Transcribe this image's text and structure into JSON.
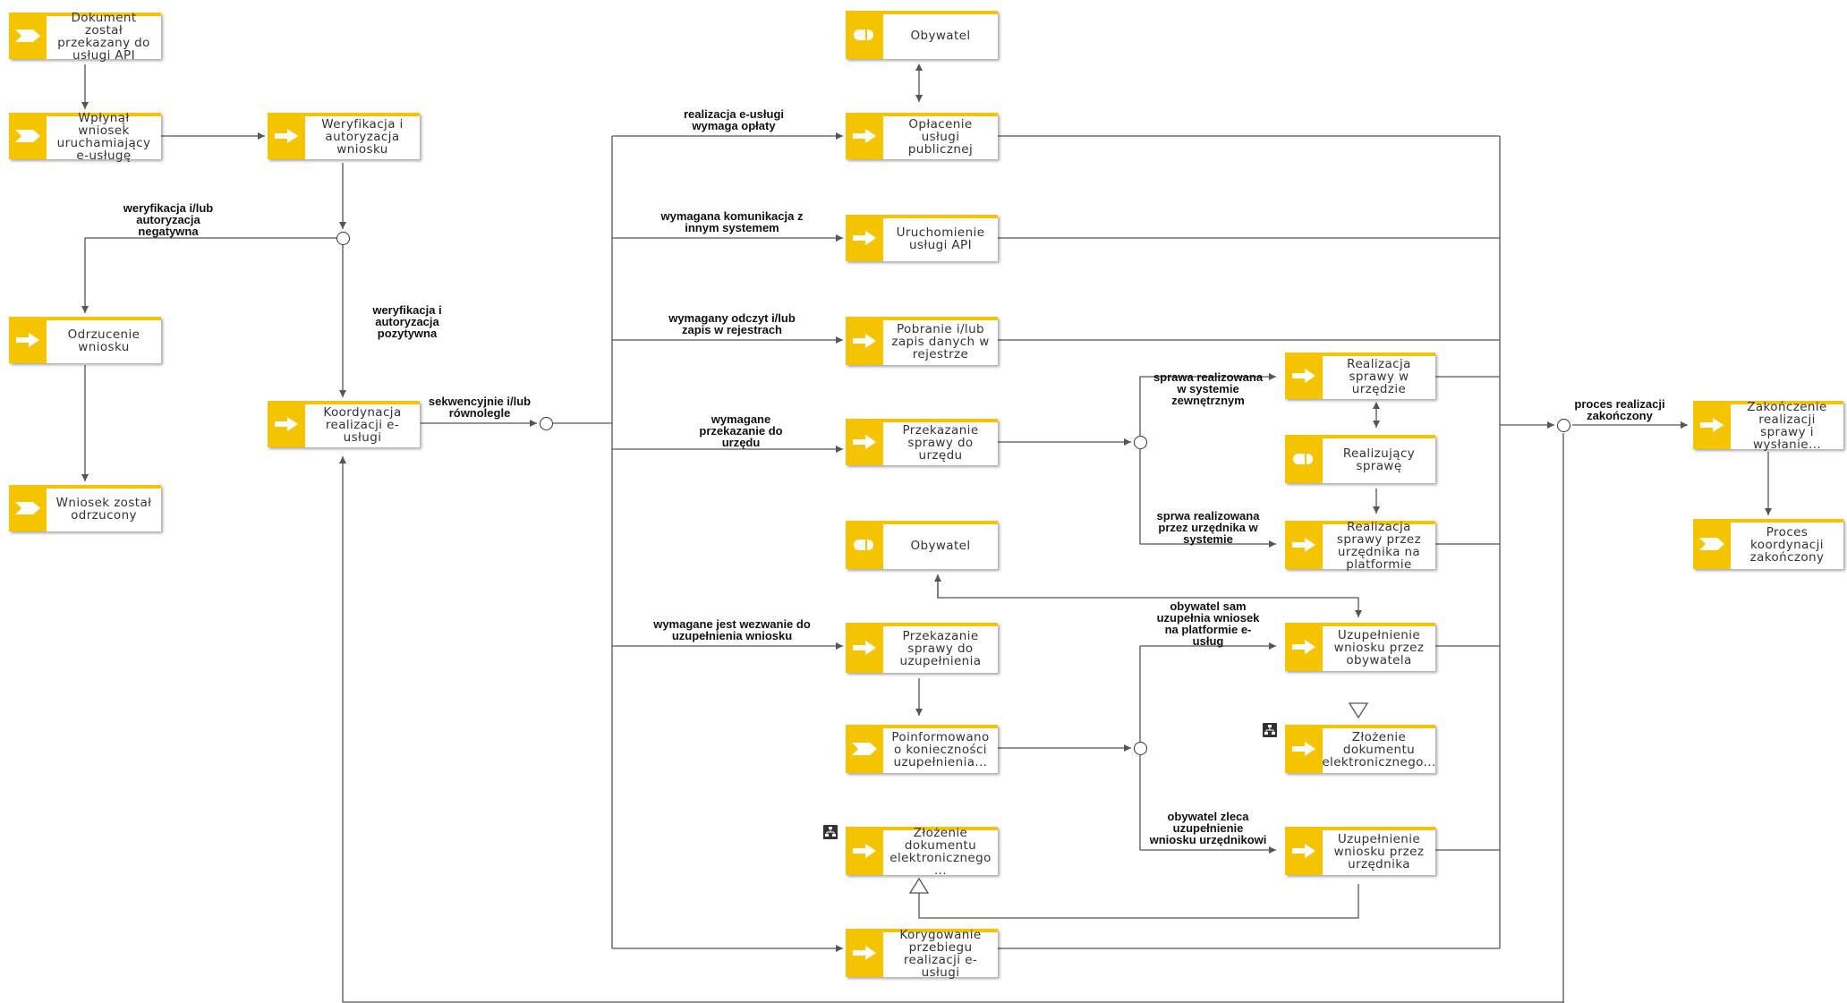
{
  "nodes": {
    "dok_przekazany": "Dokument został przekazany do usługi API",
    "wplynal_wniosek": "Wpłynął wniosek uruchamiający e-usługę",
    "weryfikacja": "Weryfikacja i autoryzacja wniosku",
    "odrzucenie": "Odrzucenie wniosku",
    "wniosek_odrzucony": "Wniosek został odrzucony",
    "koordynacja": "Koordynacja realizacji e-usługi",
    "obywatel_1": "Obywatel",
    "oplacenie": "Opłacenie usługi publicznej",
    "uruchomienie_api": "Uruchomienie usługi API",
    "pobranie": "Pobranie i/lub zapis danych w rejestrze",
    "przekazanie_urzedu": "Przekazanie sprawy do urzędu",
    "obywatel_2": "Obywatel",
    "przekazanie_uzupelnienia": "Przekazanie sprawy do uzupełnienia",
    "poinformowano": "Poinformowano o konieczności uzupełnienia...",
    "zlozenie_1": "Złożenie dokumentu elektronicznego ...",
    "korygowanie": "Korygowanie przebiegu realizacji e-usługi",
    "realizacja_urzedzie": "Realizacja sprawy w urzędzie",
    "realizujacy": "Realizujący sprawę",
    "realizacja_urzednika": "Realizacja sprawy przez urzędnika na platformie",
    "uzup_obywatela": "Uzupełnienie wniosku przez obywatela",
    "zlozenie_2": "Złożenie dokumentu elektronicznego...",
    "uzup_urzednika": "Uzupełnienie wniosku przez urzędnika",
    "zakonczenie": "Zakończenie realizacji sprawy i wysłanie...",
    "proces_zakonczony": "Proces koordynacji zakończony"
  },
  "labels": {
    "negatywna": "weryfikacja i/lub\nautoryzacja\nnegatywna",
    "pozytywna": "weryfikacja i\nautoryzacja\npozytywna",
    "sekwencyjnie": "sekwencyjnie i/lub\nrównolegle",
    "oplaty": "realizacja e-usługi\nwymaga opłaty",
    "komunikacja": "wymagana komunikacja z\ninnym systemem",
    "odczyt": "wymagany odczyt i/lub\nzapis w rejestrach",
    "do_urzedu": "wymagane\nprzekazanie do\nurzędu",
    "wezwanie": "wymagane jest wezwanie do\nuzupełnienia wniosku",
    "zewnetrznym": "sprawa realizowana\nw systemie\nzewnętrznym",
    "przez_urzednika": "sprwa realizowana\nprzez urzędnika w\nsystemie",
    "sam_uzupelnia": "obywatel sam\nuzupełnia wniosek\nna platformie e-\nusług",
    "zleca": "obywatel zleca\nuzupełnienie\nwniosku urzędnikowi",
    "zakonczony": "proces realizacji\nzakończony"
  },
  "colors": {
    "accent": "#f5c400",
    "line": "#555555"
  }
}
